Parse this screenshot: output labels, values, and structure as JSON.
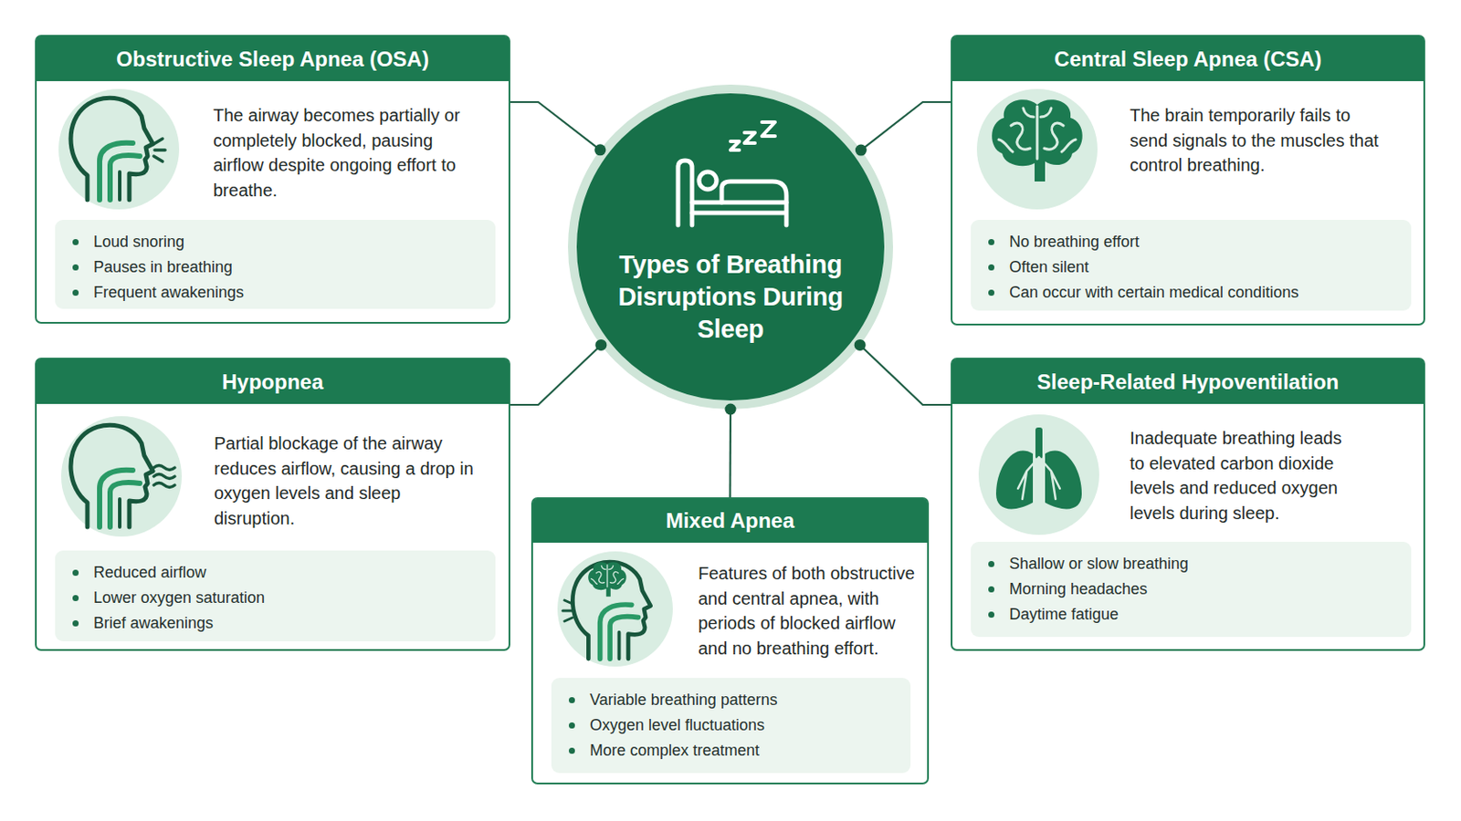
{
  "diagram": {
    "nodes": [
      {
        "text": [
          "Obstructive Sleep Apnea (OSA)",
          "The airway becomes partially or completely blocked, pausing airflow despite ongoing effort to breathe.",
          "Loud snoring",
          "Pauses in breathing",
          "Frequent awakenings"
        ]
      },
      {
        "text": [
          "Types of Breathing Disruptions During Sleep"
        ]
      },
      {
        "text": [
          "Central Sleep Apnea (CSA)",
          "The brain temporarily fails to send signals to the muscles that control breathing.",
          "No breathing effort",
          "Often silent",
          "Can occur with certain medical conditions"
        ]
      },
      {
        "text": [
          "Hypopnea",
          "Partial blockage of the airway reduces airflow, causing a drop in oxygen levels and sleep disruption.",
          "Reduced airflow",
          "Lower oxygen saturation",
          "Brief awakenings"
        ]
      },
      {
        "text": [
          "Sleep-Related Hypoventilation",
          "Inadequate breathing leads to elevated carbon dioxide levels and reduced oxygen levels during sleep.",
          "Shallow or slow breathing",
          "Morning headaches",
          "Daytime fatigue"
        ]
      },
      {
        "text": [
          "Mixed Apnea",
          "Features of both obstructive and central apnea, with periods of blocked airflow and no breathing effort.",
          "Variable breathing patterns",
          "Oxygen level fluctuations",
          "More complex treatment"
        ]
      }
    ],
    "edges": [
      {
        "from": 1,
        "to": 0,
        "arrow": "none"
      },
      {
        "from": 1,
        "to": 2,
        "arrow": "none"
      },
      {
        "from": 1,
        "to": 3,
        "arrow": "none"
      },
      {
        "from": 1,
        "to": 4,
        "arrow": "none"
      },
      {
        "from": 1,
        "to": 5,
        "arrow": "none"
      }
    ]
  }
}
